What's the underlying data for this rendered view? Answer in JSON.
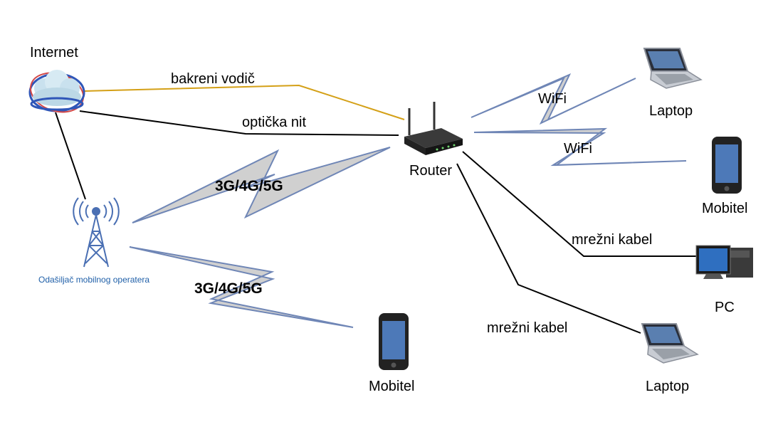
{
  "nodes": {
    "internet": "Internet",
    "router": "Router",
    "tower": "Odašiljač mobilnog operatera",
    "laptop_wifi": "Laptop",
    "phone_wifi": "Mobitel",
    "pc": "PC",
    "laptop_cable": "Laptop",
    "phone_mobile": "Mobitel"
  },
  "links": {
    "copper": "bakreni vodič",
    "fiber": "optička nit",
    "cellular_router": "3G/4G/5G",
    "cellular_phone": "3G/4G/5G",
    "wifi_laptop": "WiFi",
    "wifi_phone": "WiFi",
    "cable_pc": "mrežni kabel",
    "cable_laptop": "mrežni kabel"
  },
  "colors": {
    "copper_wire": "#d4a017",
    "wire": "#000000",
    "bolt_fill": "#d0d0d0",
    "bolt_stroke": "#6f86b6",
    "tower_blue": "#4a6fb3",
    "tower_label": "#1f5fa8"
  }
}
